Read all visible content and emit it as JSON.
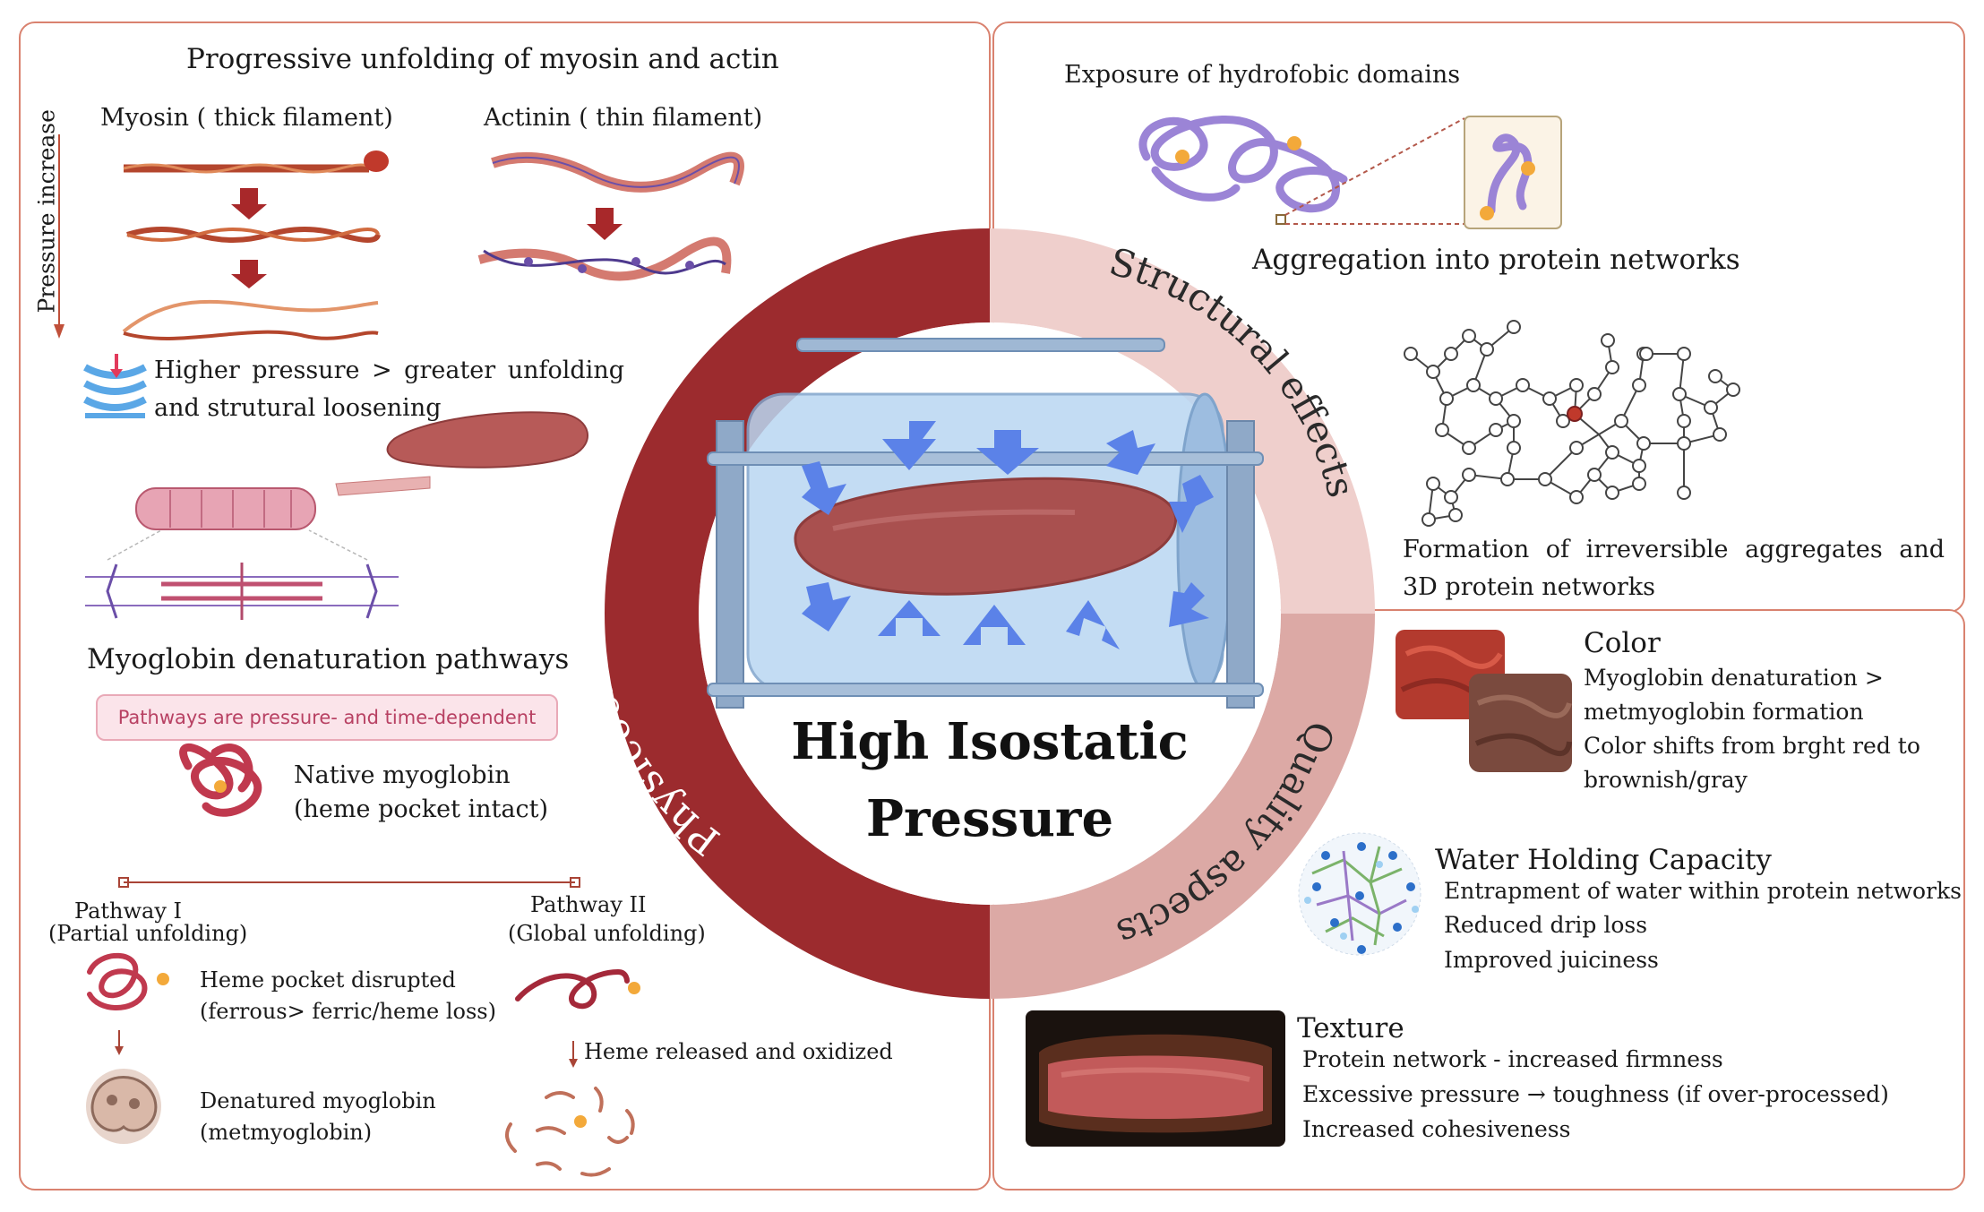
{
  "center": {
    "title_line1": "High Isostatic",
    "title_line2": "Pressure",
    "ring_physicochemical": "Physicochemical effects",
    "ring_structural": "Structural effects",
    "ring_quality": "Quality aspects"
  },
  "left": {
    "title": "Progressive unfolding of myosin and actin",
    "myosin_label": "Myosin ( thick filament)",
    "actinin_label": "Actinin ( thin filament)",
    "pressure_axis": "Pressure increase",
    "pressure_note_line1": "Higher pressure > greater unfolding",
    "pressure_note_line2": "and strutural loosening",
    "myoglobin_title": "Myoglobin denaturation pathways",
    "pill": "Pathways are pressure- and time-dependent",
    "native_line1": "Native myoglobin",
    "native_line2": "(heme pocket intact)",
    "pathway1_line1": "Pathway I",
    "pathway1_line2": "(Partial unfolding)",
    "pathway2_line1": "Pathway II",
    "pathway2_line2": "(Global unfolding)",
    "heme_disrupted_line1": "Heme pocket disrupted",
    "heme_disrupted_line2": "(ferrous> ferric/heme loss)",
    "heme_released": "Heme released and oxidized",
    "denatured_line1": "Denatured myoglobin",
    "denatured_line2": "(metmyoglobin)"
  },
  "right_top": {
    "hydrophobic": "Exposure of hydrofobic domains",
    "aggregation": "Aggregation into protein networks",
    "formation_line1": "Formation of irreversible aggregates and",
    "formation_line2": "3D protein networks"
  },
  "right_bottom": {
    "color_title": "Color",
    "color_items": [
      "Myoglobin denaturation >",
      "metmyoglobin formation",
      "Color shifts from brght red to",
      "brownish/gray"
    ],
    "whc_title": "Water Holding Capacity",
    "whc_items": [
      "Entrapment of water within protein networks",
      "Reduced drip loss",
      "Improved juiciness"
    ],
    "texture_title": "Texture",
    "texture_items": [
      "Protein network - increased firmness",
      "Excessive pressure → toughness (if over-processed)",
      "Increased cohesiveness"
    ]
  },
  "colors": {
    "ring_dark": "#9c2b2e",
    "ring_light": "#efcfcc",
    "ring_mid": "#dca9a5",
    "panel_border": "#d9826f",
    "pill_bg": "#fbe4ea",
    "meat": "#a9504f",
    "arrow_blue": "#5b82e8"
  }
}
